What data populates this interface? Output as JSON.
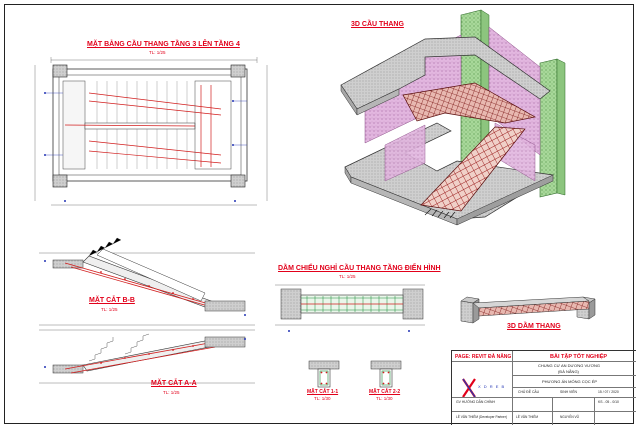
{
  "views": {
    "plan_title": "MẶT BẰNG CẦU THANG TẦNG 3 LÊN TẦNG 4",
    "plan_scale": "TL: 1/25",
    "iso_title": "3D CẦU THANG",
    "section_bb_title": "MẶT CẮT B-B",
    "section_bb_scale": "TL: 1/25",
    "section_aa_title": "MẶT CẮT A-A",
    "section_aa_scale": "TL: 1/25",
    "beam_title": "DẦM CHIẾU NGHỈ CẦU THANG TẦNG ĐIỂN HÌNH",
    "beam_scale": "TL: 1/25",
    "beam3d_title": "3D DẦM THANG",
    "cut11_title": "MẶT CẮT 1-1",
    "cut11_scale": "TL: 1/30",
    "cut22_title": "MẶT CẮT 2-2",
    "cut22_scale": "TL: 1/30"
  },
  "title_block": {
    "page_label": "PAGE: REVIT ĐÀ NẴNG",
    "logo_letters": "X",
    "logo_caption": "X  D  R  E  B",
    "project_type": "BÀI TẬP TỐT NGHIỆP",
    "project_name": "CHUNG CƯ AN DƯƠNG VƯƠNG",
    "project_city": "(ĐÀ NẴNG)",
    "sheet_subject": "PHƯƠNG ÁN MÓNG CỌC ÉP",
    "col_advisor": "GV HƯỚNG DẪN CHÍNH",
    "col_designer": "CHỦ ĐỀ CẦU",
    "col_student": "SINH VIÊN",
    "date": "15 / 07 / 2020",
    "advisor_name": "LÊ VĂN THIÊM (Developer Partner)",
    "designer_name": "LÊ VĂN THIÊM",
    "student_name": "NGUYỄN VŨ",
    "sheet_code": "KS - 05 - 0/10"
  },
  "colors": {
    "title_red": "#e2001a",
    "rebar_red": "#d21e1e",
    "column_green": "#a8d89a",
    "wall_pink": "#d9a6d6",
    "slab_gray": "#c6c6c6",
    "rebar_3d": "#8b1a1a",
    "dim_blue": "#2436b5"
  }
}
